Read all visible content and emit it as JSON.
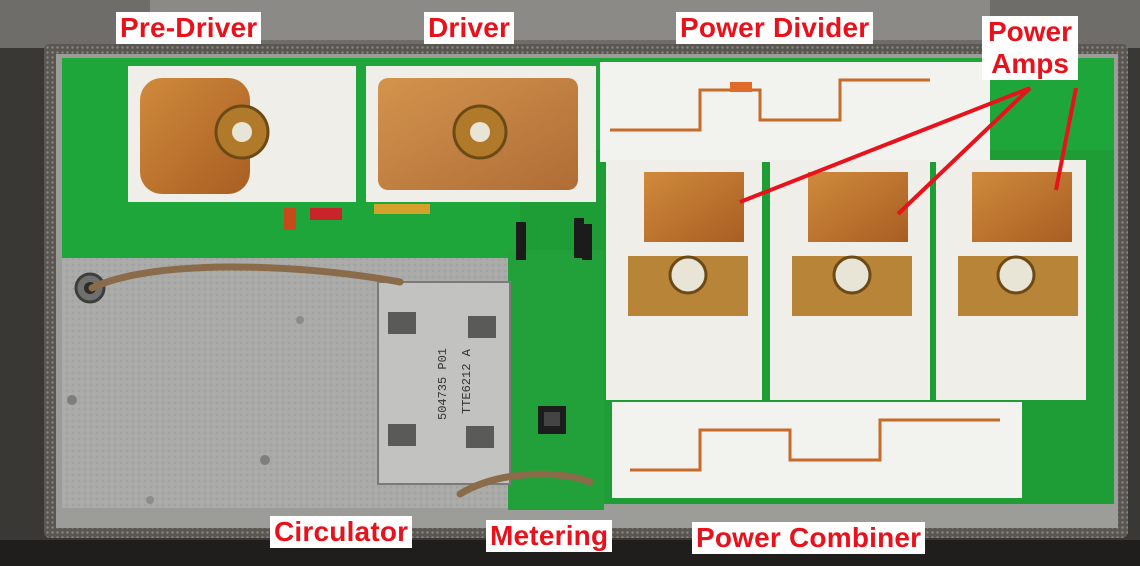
{
  "labels": {
    "pre_driver": "Pre-Driver",
    "driver": "Driver",
    "power_divider": "Power Divider",
    "power_amps_line1": "Power",
    "power_amps_line2": "Amps",
    "circulator": "Circulator",
    "metering": "Metering",
    "power_combiner": "Power Combiner"
  },
  "colors": {
    "label_text": "#e8121c",
    "label_background": "#ffffff",
    "pcb_green": "#1fa63a",
    "chassis_gray": "#a9aaa8",
    "arrow": "#e8121c"
  }
}
